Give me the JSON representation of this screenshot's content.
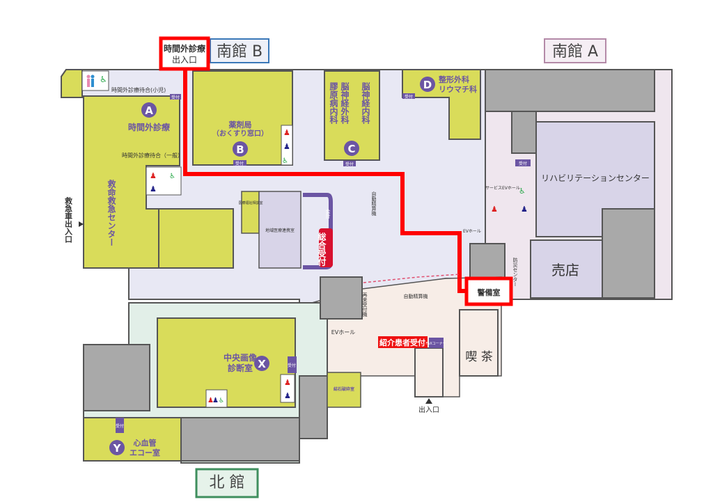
{
  "buildings": {
    "south_b": "南館 B",
    "south_a": "南館 A",
    "north": "北 館"
  },
  "entrances": {
    "after_hours": "時間外診療出入口",
    "after_hours_line1": "時間外診療",
    "after_hours_line2": "出入口",
    "ambulance": "救急車出入口",
    "main": "出入口"
  },
  "departments": {
    "A": {
      "badge": "A",
      "name": "時間外診療"
    },
    "B": {
      "badge": "B",
      "name": "薬剤局",
      "sub": "（おくすり窓口）"
    },
    "C": {
      "badge": "C",
      "name1": "膠原病内科",
      "name2": "脳神経外科",
      "name3": "脳神経内科"
    },
    "D": {
      "badge": "D",
      "name1": "整形外科",
      "name2": "リウマチ科"
    },
    "X": {
      "badge": "X",
      "name1": "中央画像",
      "name2": "診断室"
    },
    "Y": {
      "badge": "Y",
      "name1": "心血管",
      "name2": "エコー室"
    }
  },
  "rooms": {
    "waiting_child": "時間外診療待合(小児)",
    "waiting_general": "時間外診療待合（一般）",
    "emergency": "救命救急センター",
    "rehab": "リハビリテーションセンター",
    "shop": "売店",
    "cafe": "喫 茶",
    "security": "警備室",
    "general_reception": "総合受付",
    "accounting": "会計",
    "referral_reception": "紹介患者受付",
    "fax": "FAXコーナー",
    "ev_hall": "EVホール",
    "ev_hall2": "EVホール",
    "service_ev": "サービスEVホール",
    "disaster_center": "防災センター",
    "auto_pay": "自動精算機",
    "auto_reception": "再来受付機",
    "regional": "地域医療連携室",
    "welfare": "医療福祉相談室",
    "lithotripsy": "結石破砕室",
    "auto_payment_vertical": "自動精算機",
    "reception": "受付"
  },
  "colors": {
    "route": "#ff0000",
    "dept": "#d9dc5a",
    "badge": "#6b55a3",
    "south_b_border": "#3a78b8",
    "south_a_border": "#b48aa8",
    "north_border": "#3f8f5e"
  }
}
